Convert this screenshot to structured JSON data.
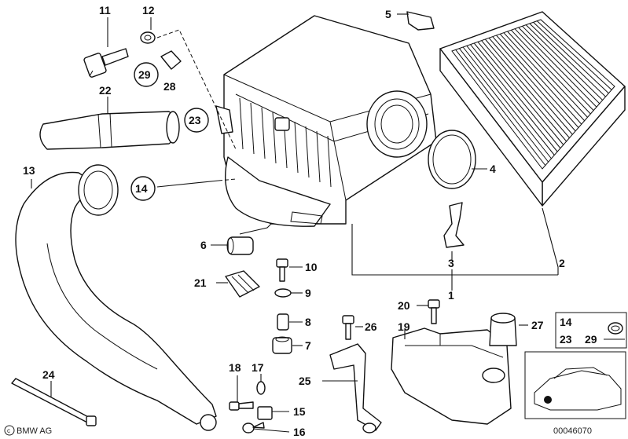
{
  "diagram": {
    "callouts": {
      "n1": "1",
      "n2": "2",
      "n3": "3",
      "n4": "4",
      "n5": "5",
      "n6": "6",
      "n7": "7",
      "n8": "8",
      "n9": "9",
      "n10": "10",
      "n11": "11",
      "n12": "12",
      "n13": "13",
      "n14": "14",
      "n15": "15",
      "n16": "16",
      "n17": "17",
      "n18": "18",
      "n19": "19",
      "n20": "20",
      "n21": "21",
      "n22": "22",
      "n23": "23",
      "n24": "24",
      "n25": "25",
      "n26": "26",
      "n27": "27",
      "n28": "28",
      "n29": "29"
    },
    "inset_labels": {
      "a": "14",
      "b": "23",
      "c": "29"
    },
    "brand": "BMW AG",
    "drawing_number": "00046070"
  }
}
